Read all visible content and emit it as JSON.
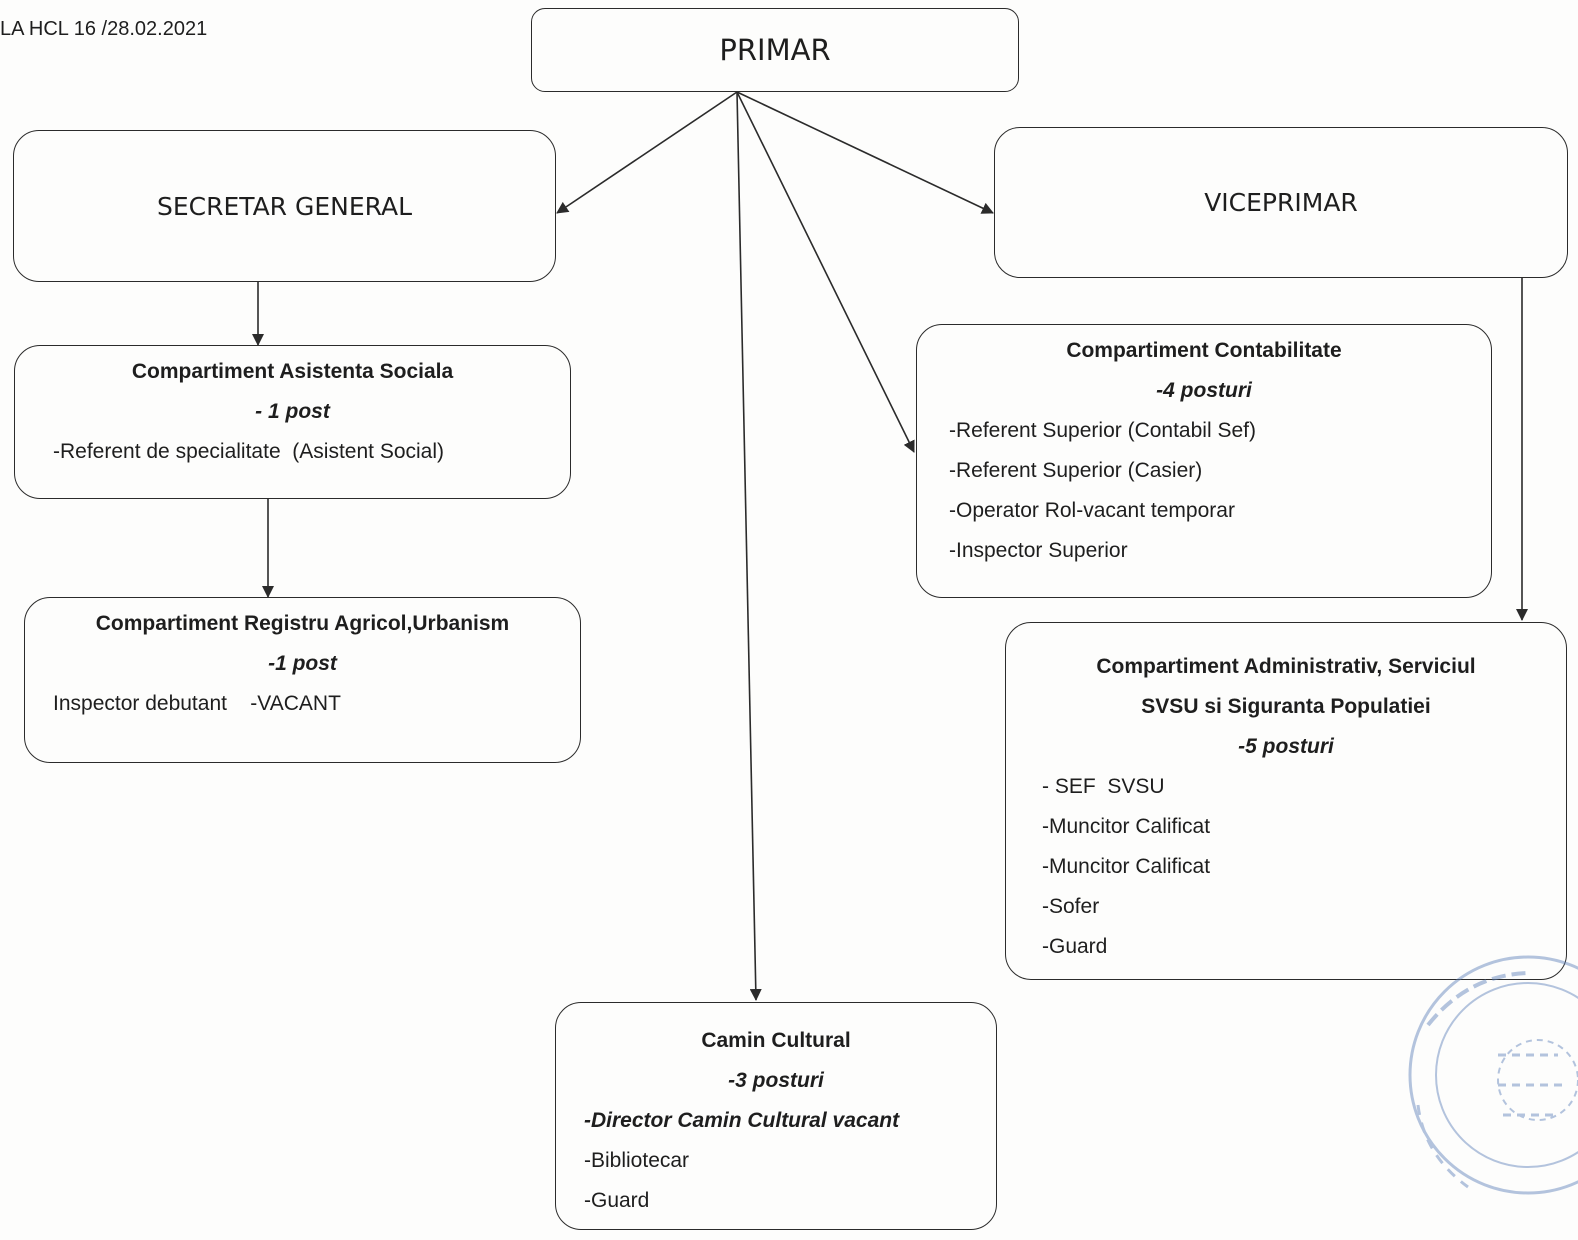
{
  "document": {
    "reference": "LA HCL 16 /28.02.2021"
  },
  "colors": {
    "line": "#2b2b2b",
    "stamp": "#5b7fb8"
  },
  "nodes": {
    "primar": {
      "title": "PRIMAR"
    },
    "secretar": {
      "title": "SECRETAR GENERAL"
    },
    "viceprimar": {
      "title": "VICEPRIMAR"
    },
    "asistenta": {
      "title": "Compartiment Asistenta Sociala",
      "count": "- 1 post",
      "items": [
        "-Referent de specialitate  (Asistent Social)"
      ]
    },
    "registru": {
      "title": "Compartiment Registru Agricol,Urbanism",
      "count": "-1 post",
      "items": [
        "Inspector debutant    -VACANT"
      ]
    },
    "contabilitate": {
      "title": "Compartiment Contabilitate",
      "count": "-4  posturi",
      "items": [
        "-Referent Superior (Contabil Sef)",
        "-Referent Superior (Casier)",
        "-Operator Rol-vacant temporar",
        "-Inspector Superior"
      ]
    },
    "administrativ": {
      "title_line1": "Compartiment Administrativ, Serviciul",
      "title_line2": "SVSU si Siguranta Populatiei",
      "count": "-5 posturi",
      "items": [
        "- SEF  SVSU",
        "-Muncitor Calificat",
        "-Muncitor Calificat",
        "-Sofer",
        "-Guard"
      ]
    },
    "camin": {
      "title": "Camin Cultural",
      "count": "-3 posturi",
      "highlight_item": "-Director Camin Cultural vacant",
      "items": [
        "-Bibliotecar",
        "-Guard"
      ]
    }
  },
  "connections": [
    {
      "from": "primar",
      "to": "secretar"
    },
    {
      "from": "primar",
      "to": "viceprimar"
    },
    {
      "from": "primar",
      "to": "contabilitate"
    },
    {
      "from": "primar",
      "to": "camin"
    },
    {
      "from": "secretar",
      "to": "asistenta"
    },
    {
      "from": "asistenta",
      "to": "registru"
    },
    {
      "from": "viceprimar",
      "to": "administrativ"
    }
  ]
}
